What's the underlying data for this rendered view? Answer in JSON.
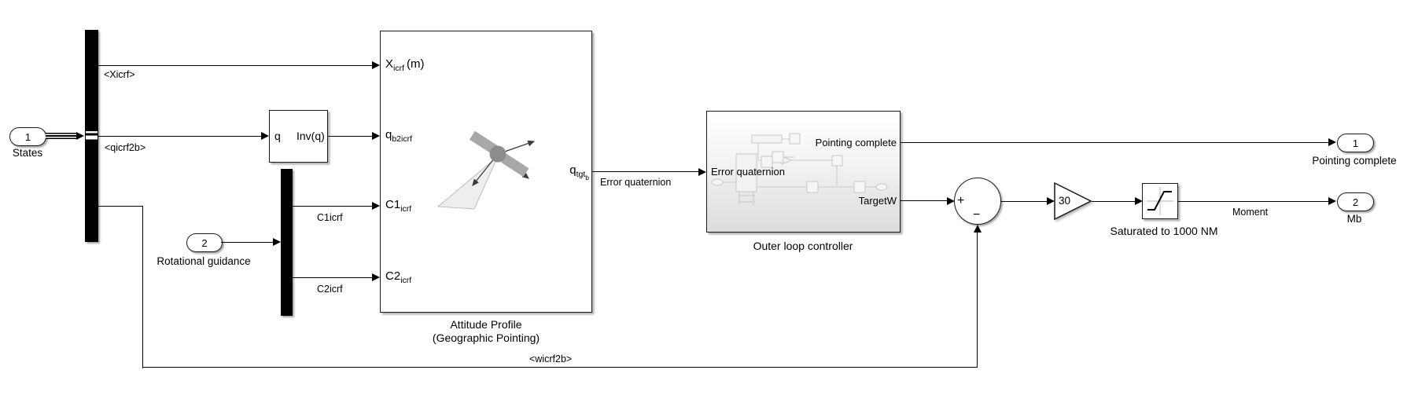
{
  "diagram": {
    "inports": [
      {
        "number": "1",
        "label": "States"
      },
      {
        "number": "2",
        "label": "Rotational guidance"
      }
    ],
    "outports": [
      {
        "number": "1",
        "label": "Pointing complete"
      },
      {
        "number": "2",
        "label": "Mb"
      }
    ],
    "signal_labels": {
      "xicrf": "<Xicrf>",
      "qicrf2b": "<qicrf2b>",
      "wicrf2b": "<wicrf2b>",
      "c1icrf": "C1icrf",
      "c2icrf": "C2icrf",
      "error_quaternion": "Error quaternion",
      "moment": "Moment"
    },
    "blocks": {
      "inv_q": {
        "in_port": "q",
        "label": "Inv(q)"
      },
      "attitude_profile": {
        "name_line1": "Attitude Profile",
        "name_line2": "(Geographic Pointing)",
        "port_x": {
          "base": "X",
          "sub": "icrf",
          "suffix": "(m)"
        },
        "port_q": {
          "base": "q",
          "sub": "b2icrf"
        },
        "port_c1": {
          "base": "C1",
          "sub": "icrf"
        },
        "port_c2": {
          "base": "C2",
          "sub": "icrf"
        },
        "port_out": {
          "base": "q",
          "sub": "tgt",
          "subsub": "b"
        }
      },
      "outer_loop": {
        "name": "Outer loop controller",
        "port_in": "Error quaternion",
        "port_out1": "Pointing complete",
        "port_out2": "TargetW"
      },
      "sum": {
        "plus": "+",
        "minus": "−"
      },
      "gain": {
        "value": "30"
      },
      "saturation": {
        "label": "Saturated to 1000 NM"
      }
    },
    "colors": {
      "line": "#000000",
      "block_border": "#1a1a1a",
      "satellite_body": "#8c8c8c",
      "satellite_panel": "#a8a8a8",
      "preview_stroke": "#c8c8c8"
    }
  }
}
